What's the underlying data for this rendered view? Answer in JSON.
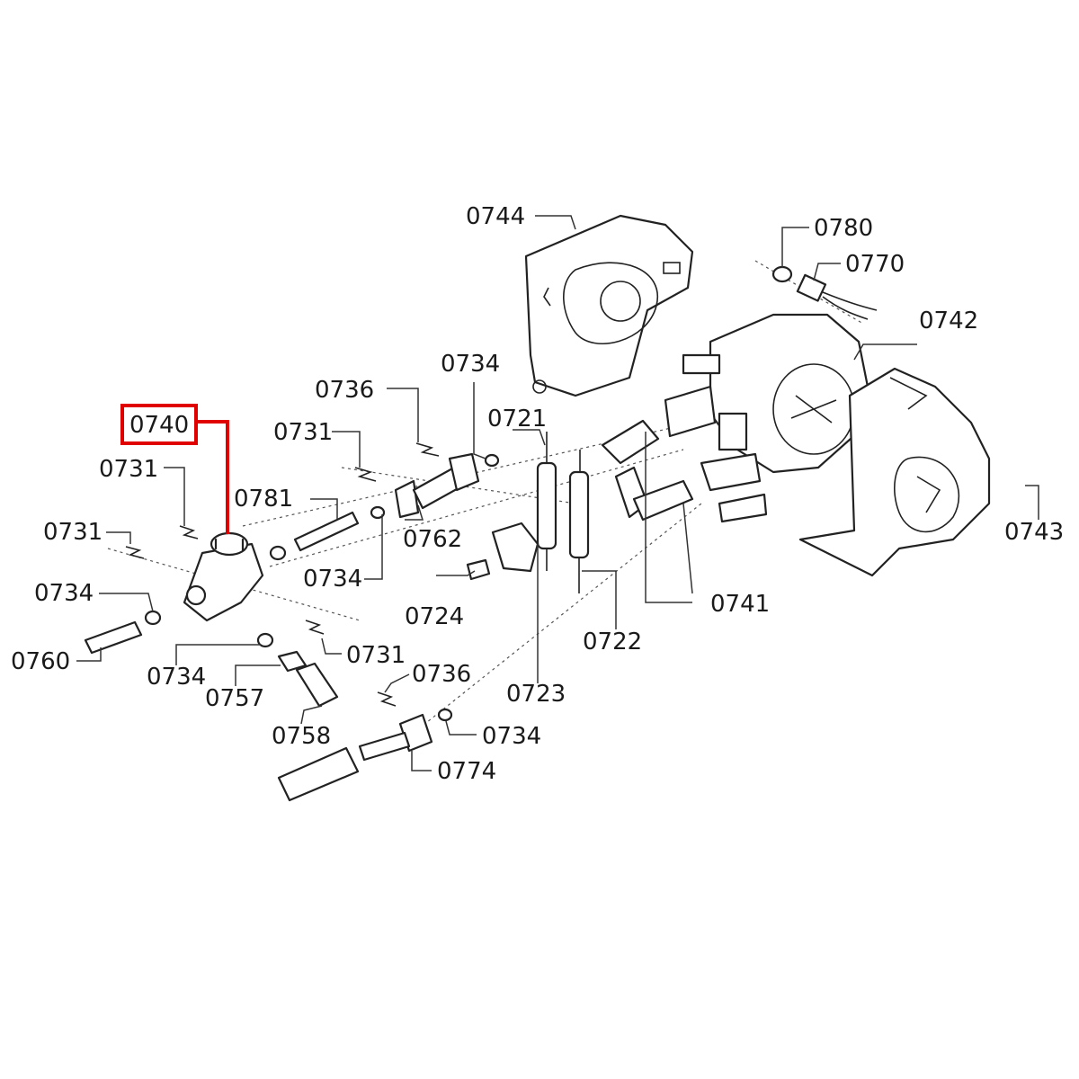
{
  "highlight": {
    "label": "0740",
    "color": "#e00000"
  },
  "labels": [
    "0744",
    "0780",
    "0770",
    "0742",
    "0734",
    "0736",
    "0721",
    "0740",
    "0731",
    "0731",
    "0781",
    "0762",
    "0731",
    "0734",
    "0743",
    "0724",
    "0741",
    "0734",
    "0760",
    "0722",
    "0731",
    "0734",
    "0757",
    "0736",
    "0723",
    "0758",
    "0734",
    "0774"
  ],
  "ink_color": "#222222"
}
